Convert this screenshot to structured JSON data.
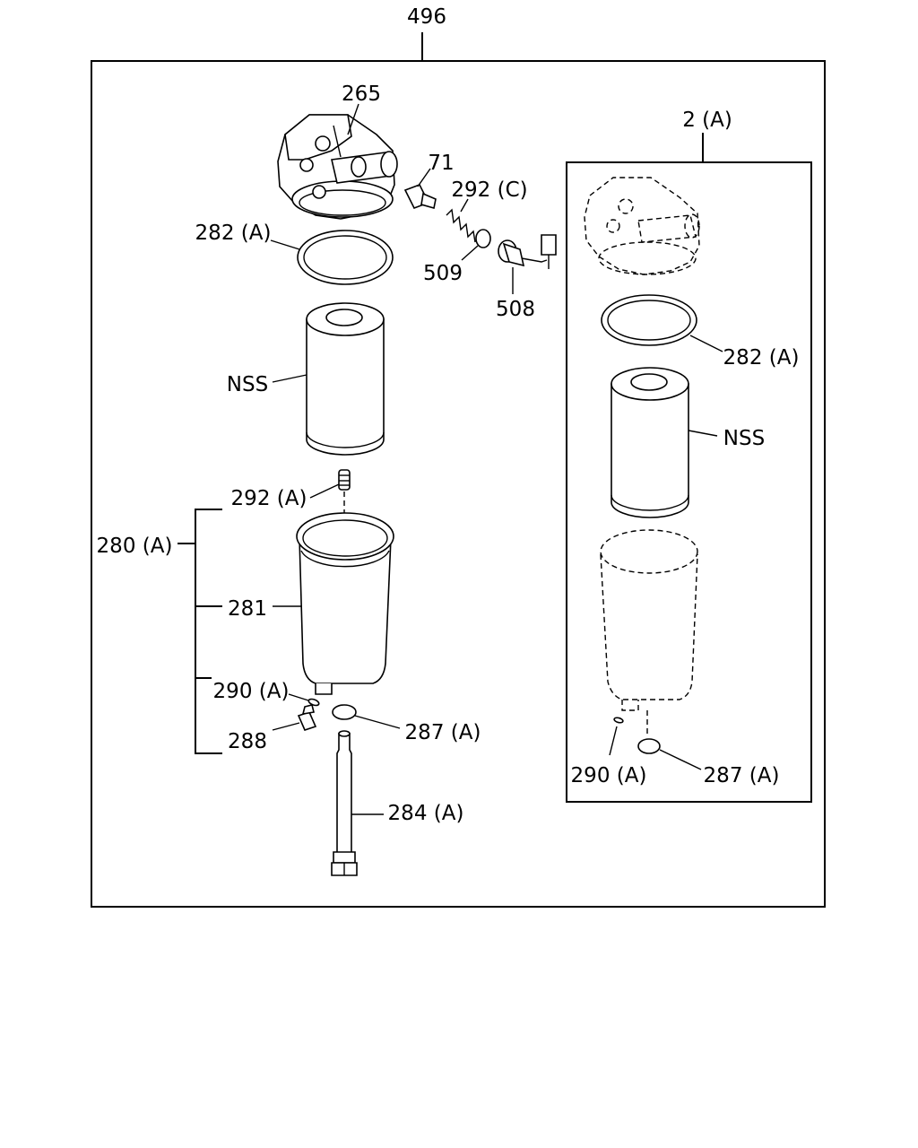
{
  "diagram": {
    "assembly_label": "496",
    "kit_label": "2 (A)",
    "main_parts": {
      "head": "265",
      "fitting": "71",
      "spring_c": "292 (C)",
      "oring_509": "509",
      "sensor": "508",
      "gasket": "282 (A)",
      "element": "NSS",
      "spring_a": "292 (A)",
      "bowl_assembly": "280 (A)",
      "bowl": "281",
      "washer": "290 (A)",
      "drain_plug": "288",
      "oring_287": "287 (A)",
      "bolt": "284 (A)"
    },
    "kit_parts": {
      "gasket": "282 (A)",
      "element": "NSS",
      "washer": "290 (A)",
      "oring_287": "287 (A)"
    }
  }
}
